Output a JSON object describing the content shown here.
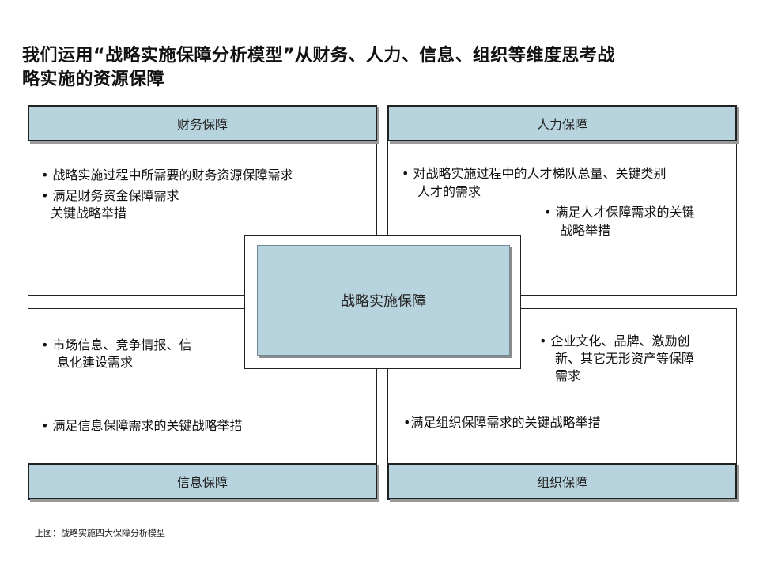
{
  "title": {
    "line1": "我们运用“战略实施保障分析模型”从财务、人力、信息、组织等维度思考战",
    "line2": "略实施的资源保障"
  },
  "finance": {
    "header": "财务保障",
    "bullet1": "•  战略实施过程中所需要的财务资源保障需求",
    "bullet2": "•  满足财务资金保障需求",
    "bullet2b": "关键战略举措"
  },
  "hr": {
    "header": "人力保障",
    "bullet1a": "•  对战略实施过程中的人才梯队总量、关键类别",
    "bullet1b": "人才的需求",
    "bullet2a": "•  满足人才保障需求的关键",
    "bullet2b": "战略举措"
  },
  "info": {
    "header": "信息保障",
    "bullet1a": "•  市场信息、竞争情报、信",
    "bullet1b": "息化建设需求",
    "bullet2": "•  满足信息保障需求的关键战略举措"
  },
  "org": {
    "header": "组织保障",
    "bullet1a": "•  企业文化、品牌、激励创",
    "bullet1b": "新、其它无形资产等保障",
    "bullet1c": "需求",
    "bullet2": "•满足组织保障需求的关键战略举措"
  },
  "center": {
    "label": "战略实施保障"
  },
  "caption": "上图：战略实施四大保障分析模型"
}
